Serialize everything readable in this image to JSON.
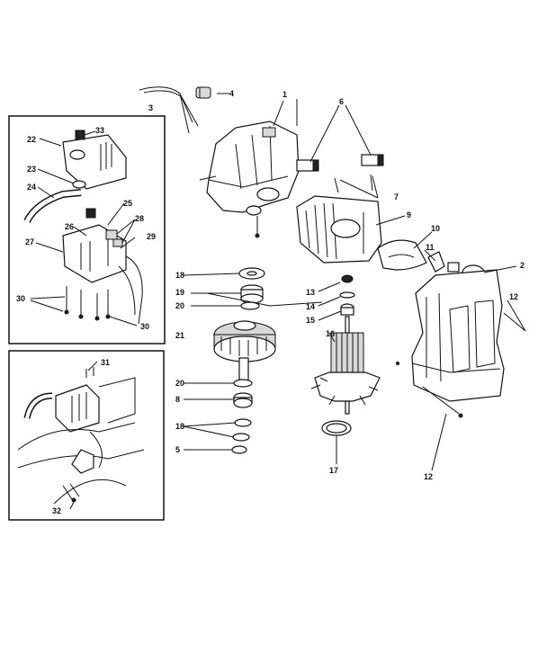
{
  "callouts": {
    "c1": "1",
    "c2": "2",
    "c3": "3",
    "c4": "4",
    "c5": "5",
    "c6": "6",
    "c7": "7",
    "c8": "8",
    "c9": "9",
    "c10": "10",
    "c11": "11",
    "c12a": "12",
    "c12b": "12",
    "c13": "13",
    "c14": "14",
    "c15": "15",
    "c16": "16",
    "c17": "17",
    "c18a": "18",
    "c18b": "18",
    "c19": "19",
    "c20a": "20",
    "c20b": "20",
    "c21": "21",
    "c22": "22",
    "c23": "23",
    "c24": "24",
    "c25": "25",
    "c26": "26",
    "c27": "27",
    "c28": "28",
    "c29": "29",
    "c30a": "30",
    "c30b": "30",
    "c31": "31",
    "c32": "32",
    "c33": "33"
  }
}
